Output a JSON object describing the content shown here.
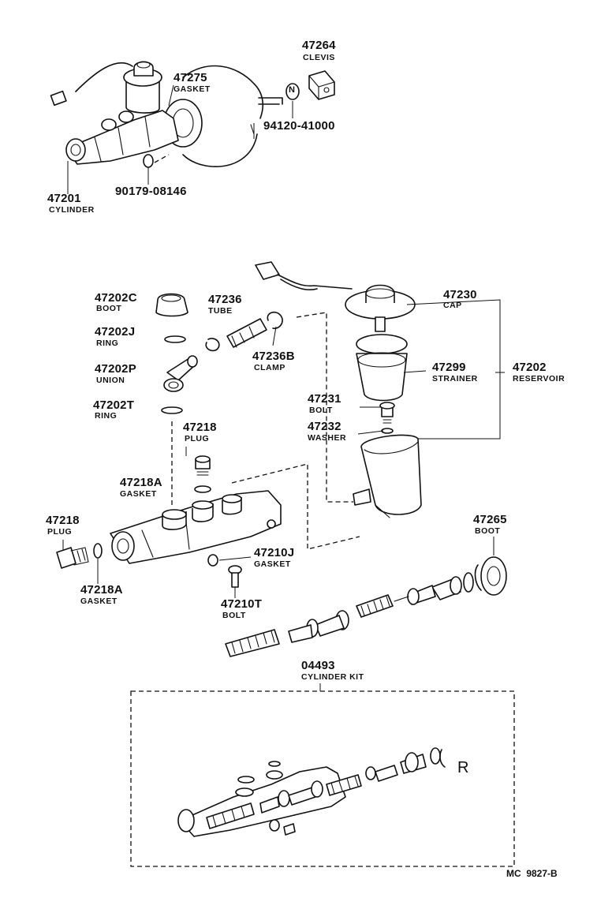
{
  "diagram_ref": "MC  9827-B",
  "parts": [
    {
      "id": "p47264",
      "number": "47264",
      "name": "CLEVIS"
    },
    {
      "id": "p47275",
      "number": "47275",
      "name": "GASKET"
    },
    {
      "id": "p94120",
      "number": "94120-41000",
      "name": ""
    },
    {
      "id": "p90179",
      "number": "90179-08146",
      "name": ""
    },
    {
      "id": "p47201",
      "number": "47201",
      "name": "CYLINDER"
    },
    {
      "id": "p47202C",
      "number": "47202C",
      "name": "BOOT"
    },
    {
      "id": "p47236",
      "number": "47236",
      "name": "TUBE"
    },
    {
      "id": "p47230",
      "number": "47230",
      "name": "CAP"
    },
    {
      "id": "p47202J",
      "number": "47202J",
      "name": "RING"
    },
    {
      "id": "p47236B",
      "number": "47236B",
      "name": "CLAMP"
    },
    {
      "id": "p47202P",
      "number": "47202P",
      "name": "UNION"
    },
    {
      "id": "p47299",
      "number": "47299",
      "name": "STRAINER"
    },
    {
      "id": "p47202",
      "number": "47202",
      "name": "RESERVOIR"
    },
    {
      "id": "p47231",
      "number": "47231",
      "name": "BOLT"
    },
    {
      "id": "p47202T",
      "number": "47202T",
      "name": "RING"
    },
    {
      "id": "p47232",
      "number": "47232",
      "name": "WASHER"
    },
    {
      "id": "p47218top",
      "number": "47218",
      "name": "PLUG"
    },
    {
      "id": "p47218Atop",
      "number": "47218A",
      "name": "GASKET"
    },
    {
      "id": "p47218",
      "number": "47218",
      "name": "PLUG"
    },
    {
      "id": "p47265",
      "number": "47265",
      "name": "BOOT"
    },
    {
      "id": "p47210J",
      "number": "47210J",
      "name": "GASKET"
    },
    {
      "id": "p47218A",
      "number": "47218A",
      "name": "GASKET"
    },
    {
      "id": "p47210T",
      "number": "47210T",
      "name": "BOLT"
    },
    {
      "id": "p04493",
      "number": "04493",
      "name": "CYLINDER KIT"
    }
  ],
  "nut_marker": "N",
  "kit_mark": "R"
}
